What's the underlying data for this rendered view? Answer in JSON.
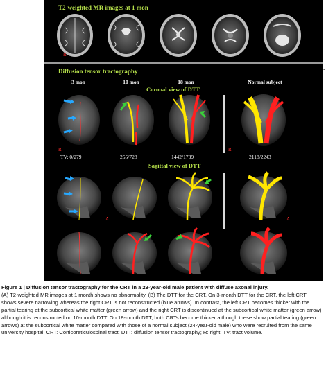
{
  "panel_letters": {
    "a": "A",
    "b": "B"
  },
  "panel_a": {
    "title": "T2-weighted MR images at 1 mon",
    "r_marker": "R"
  },
  "panel_b": {
    "title": "Diffusion tensor tractography",
    "columns": [
      "3 mon",
      "10 mon",
      "18 mon",
      "Normal subject"
    ],
    "coronal_heading": "Coronal view of DTT",
    "sagittal_heading": "Sagittal view of DTT",
    "tract_volumes": [
      "TV: 0/279",
      "255/728",
      "1442/1739",
      "2118/2243"
    ],
    "r_marker": "R",
    "a_marker": "A"
  },
  "colors": {
    "background": "#000000",
    "title_green": "#b6e04a",
    "left_crt": "#ffe600",
    "right_crt": "#ff2020",
    "blue_arrow": "#27a8ff",
    "green_arrow": "#3ad13a"
  },
  "caption": {
    "figure_label": "Figure 1",
    "separator": "|",
    "title": "Diffusion tensor tractography for the CRT in a 23-year-old male patient with diffuse axonal injury.",
    "body": "(A) T2-weighted MR images at 1 month shows no abnormality. (B) The DTT for the CRT. On 3-month DTT for the CRT, the left CRT shows severe narrowing whereas the right CRT is not reconstructed (blue arrows). In contrast, the left CRT becomes thicker with the partial tearing at the subcortical white matter (green arrow) and the right CRT is discontinued at the subcortical white matter (green arrow) although it is reconstructed on 10-month DTT. On 18-month DTT, both CRTs become thicker although these show partial tearing (green arrows) at the subcortical white matter compared with those of a normal subject (24-year-old male) who were recruited from the same university hospital. CRT: Corticoreticulospinal tract; DTT: diffusion tensor tractography; R: right; TV: tract volume."
  }
}
